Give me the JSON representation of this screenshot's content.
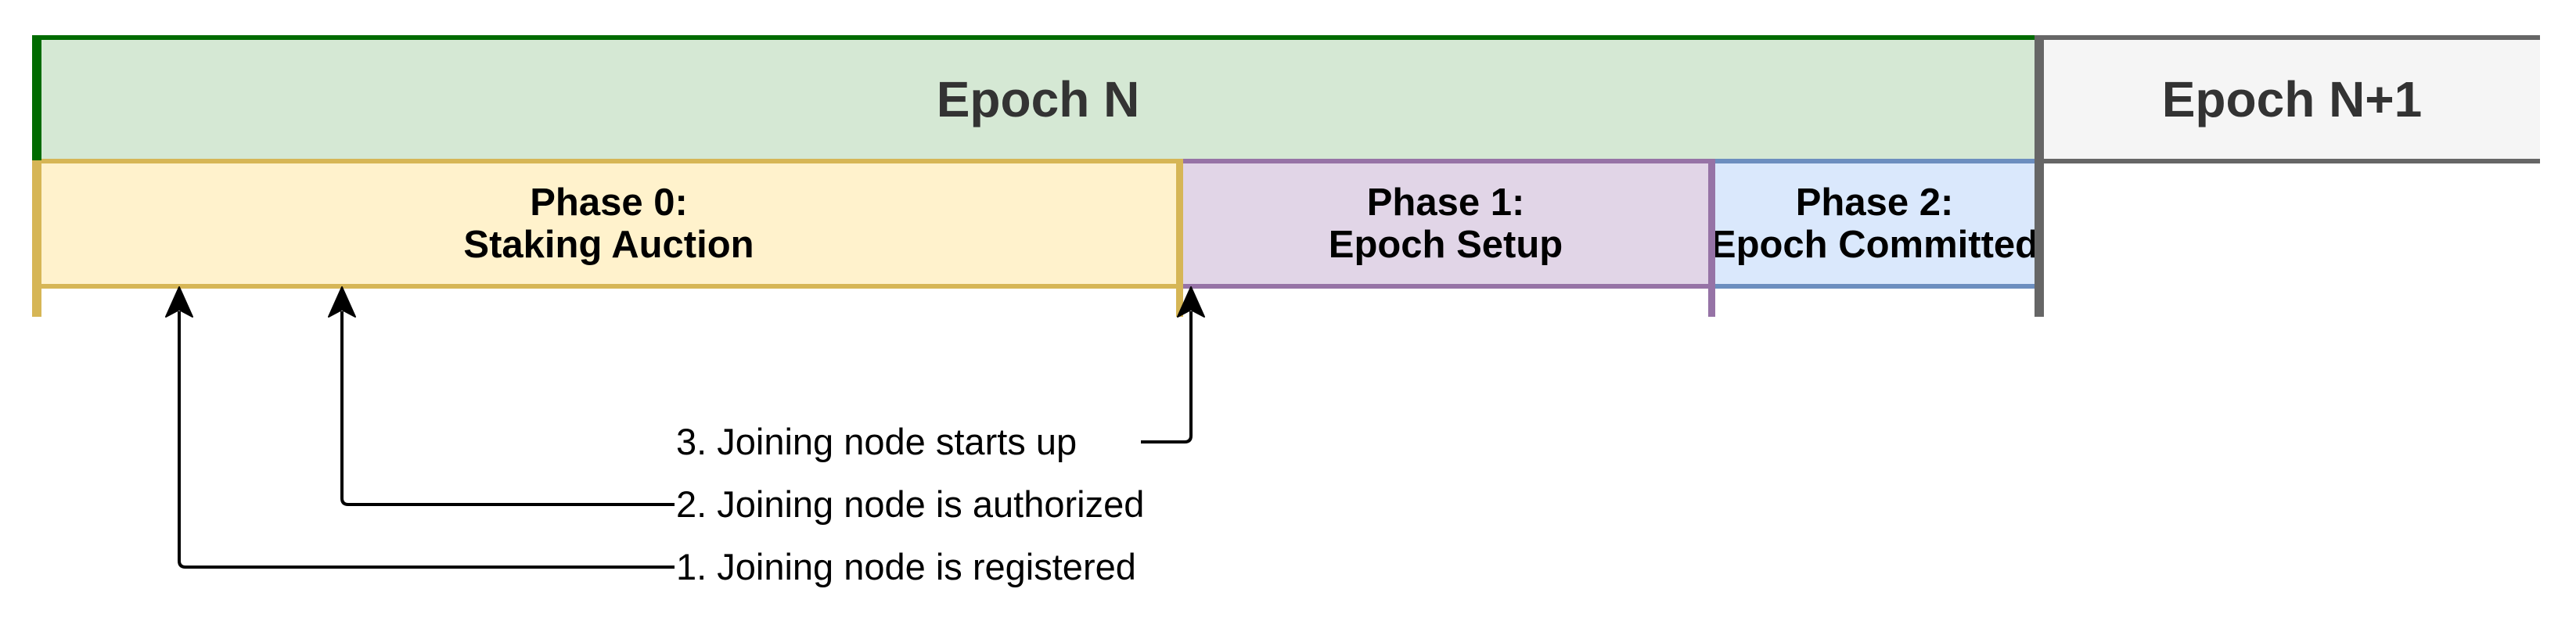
{
  "diagram": {
    "epochs": [
      {
        "label": "Epoch N"
      },
      {
        "label": "Epoch N+1"
      }
    ],
    "phases": [
      {
        "title": "Phase 0:",
        "subtitle": "Staking Auction"
      },
      {
        "title": "Phase 1:",
        "subtitle": "Epoch Setup"
      },
      {
        "title": "Phase 2:",
        "subtitle": "Epoch Committed"
      }
    ],
    "annotations": [
      {
        "label": "3. Joining node starts up"
      },
      {
        "label": "2. Joining node is authorized"
      },
      {
        "label": "1. Joining node is registered"
      }
    ],
    "colors": {
      "epoch_fill": "#d5e8d4",
      "epoch_border": "#006b00",
      "next_epoch_fill": "#f5f5f5",
      "next_epoch_border": "#666666",
      "phase0_fill": "#fff2cc",
      "phase0_border": "#d6b656",
      "phase1_fill": "#e1d5e7",
      "phase1_border": "#9673a6",
      "phase2_fill": "#dae8fc",
      "phase2_border": "#6c8ebf",
      "connector": "#000000"
    }
  }
}
